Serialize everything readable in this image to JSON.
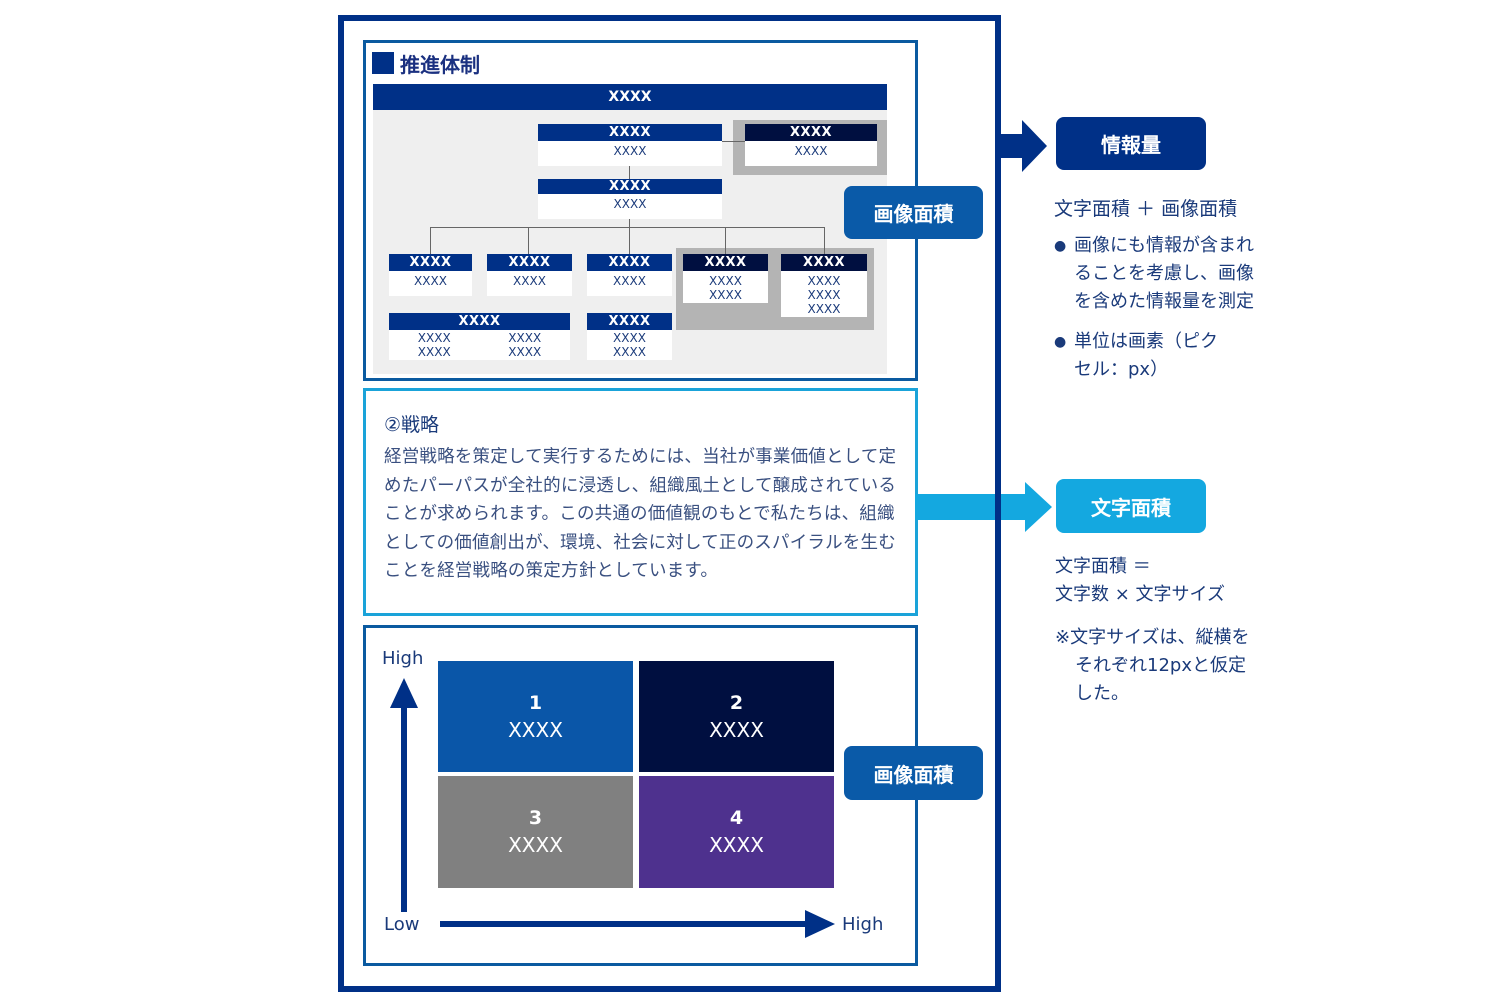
{
  "org_chart": {
    "title": "推進体制",
    "banner": "XXXX",
    "nodes": {
      "top": {
        "header": "XXXX",
        "body": [
          "XXXX"
        ]
      },
      "top_side": {
        "header": "XXXX",
        "body": [
          "XXXX"
        ]
      },
      "middle": {
        "header": "XXXX",
        "body": [
          "XXXX"
        ]
      },
      "row1": [
        {
          "header": "XXXX",
          "body": [
            "XXXX"
          ]
        },
        {
          "header": "XXXX",
          "body": [
            "XXXX"
          ]
        },
        {
          "header": "XXXX",
          "body": [
            "XXXX"
          ]
        },
        {
          "header": "XXXX",
          "body": [
            "XXXX",
            "XXXX"
          ]
        },
        {
          "header": "XXXX",
          "body": [
            "XXXX",
            "XXXX",
            "XXXX"
          ]
        }
      ],
      "row2_wide": {
        "header": "XXXX",
        "body_left": [
          "XXXX",
          "XXXX"
        ],
        "body_right": [
          "XXXX",
          "XXXX"
        ]
      },
      "row2_small": {
        "header": "XXXX",
        "body": [
          "XXXX",
          "XXXX"
        ]
      }
    }
  },
  "strategy": {
    "title": "②戦略",
    "body": "経営戦略を策定して実行するためには、当社が事業価値として定めたパーパスが全社的に浸透し、組織風土として醸成されていることが求められます。この共通の価値観のもとで私たちは、組織としての価値創出が、環境、社会に対して正のスパイラルを生むことを経営戦略の策定方針としています。"
  },
  "matrix": {
    "y_axis_high": "High",
    "x_axis_low": "Low",
    "x_axis_high": "High",
    "cells": [
      {
        "number": "1",
        "label": "XXXX",
        "color": "#0a56a8"
      },
      {
        "number": "2",
        "label": "XXXX",
        "color": "#000f40"
      },
      {
        "number": "3",
        "label": "XXXX",
        "color": "#808080"
      },
      {
        "number": "4",
        "label": "XXXX",
        "color": "#4e318e"
      }
    ]
  },
  "callouts": {
    "image_area_top": "画像面積",
    "image_area_bottom": "画像面積",
    "info_amount": "情報量",
    "text_area": "文字面積"
  },
  "info_panel": {
    "formula": "文字面積 ＋ 画像面積",
    "bullets": [
      "画像にも情報が含まれることを考慮し、画像を含めた情報量を測定",
      "単位は画素（ピクセル：px）"
    ],
    "bullet_symbol": "●"
  },
  "text_panel": {
    "formula_line1": "文字面積 ＝",
    "formula_line2": "文字数 × 文字サイズ",
    "note": "※文字サイズは、縦横をそれぞれ12pxと仮定した。"
  },
  "colors": {
    "navy": "#003087",
    "dark_navy": "#000f40",
    "section_blue": "#0a5aa0",
    "cyan": "#14a8e0",
    "gray_block": "#b4b4b4"
  }
}
